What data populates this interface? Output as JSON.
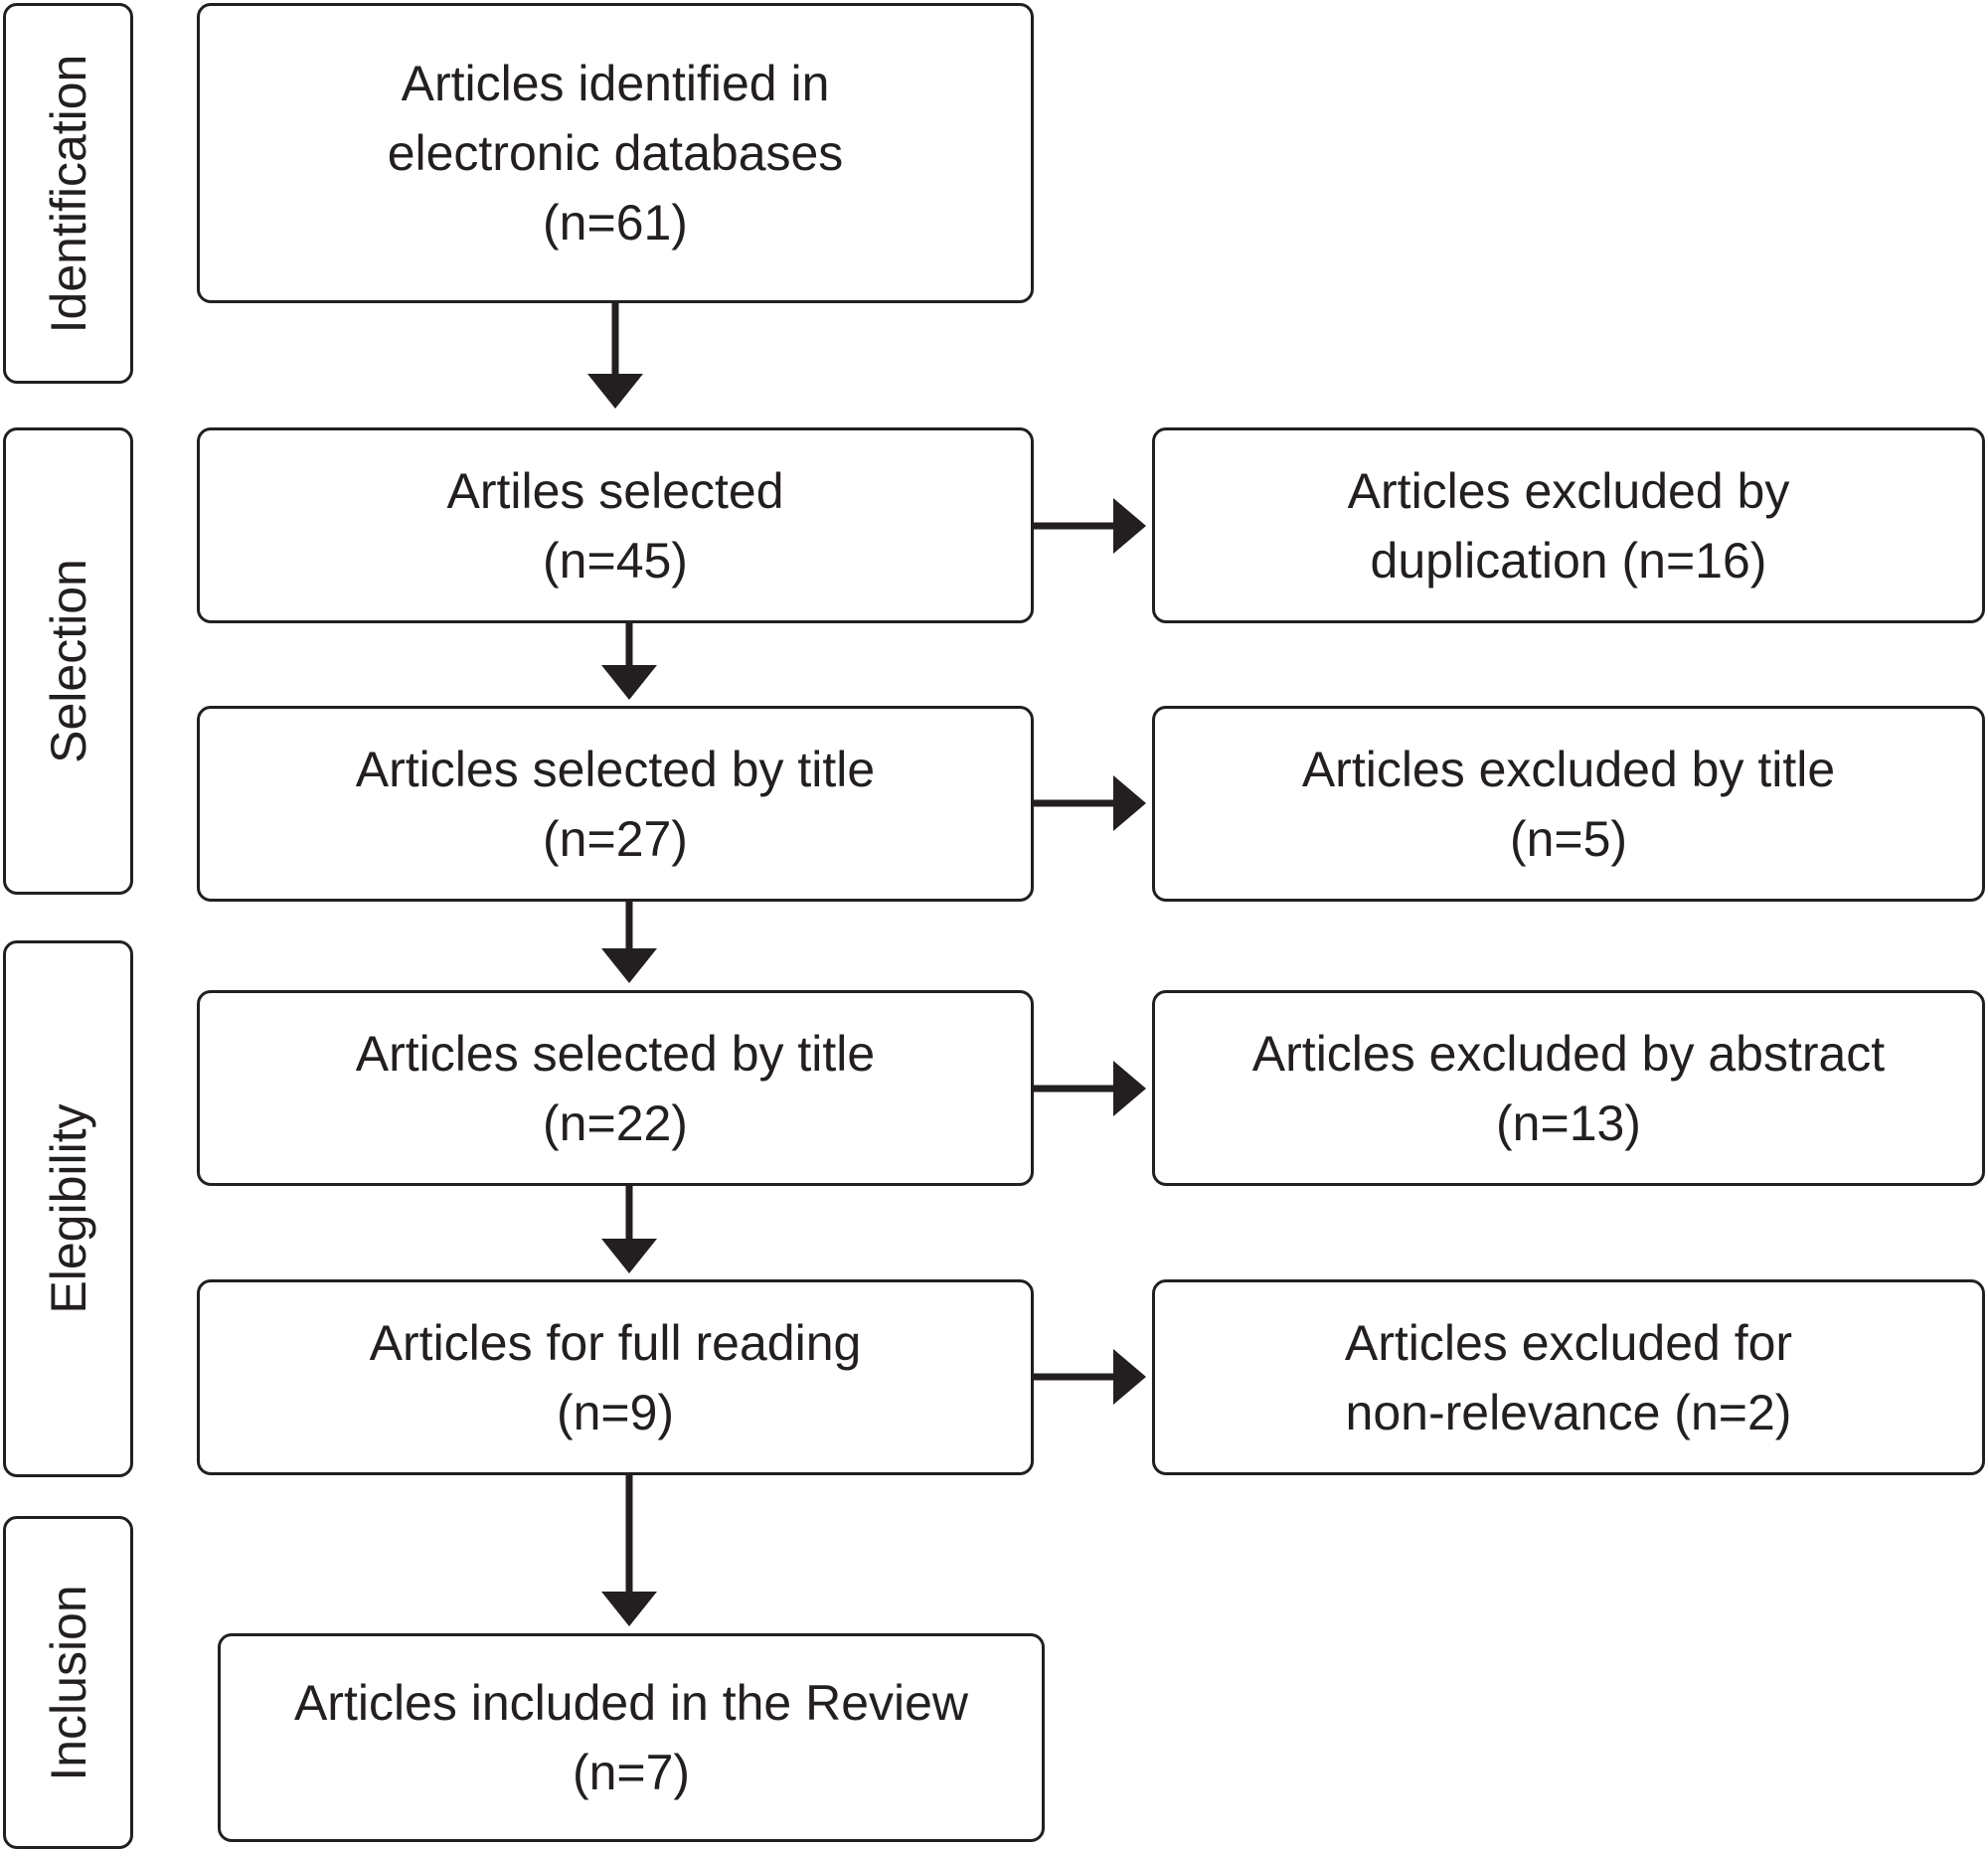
{
  "stages": {
    "identification": "Identification",
    "selection": "Selection",
    "elegibility": "Elegibility",
    "inclusion": "Inclusion"
  },
  "main_boxes": {
    "identified": {
      "line1": "Articles identified in",
      "line2": "electronic databases",
      "line3": "(n=61)"
    },
    "selected": {
      "line1": "Artiles selected",
      "line2": "(n=45)"
    },
    "by_title": {
      "line1": "Articles selected by title",
      "line2": "(n=27)"
    },
    "by_title_2": {
      "line1": "Articles selected by title",
      "line2": "(n=22)"
    },
    "full_reading": {
      "line1": "Articles for full reading",
      "line2": "(n=9)"
    },
    "included": {
      "line1": "Articles included in the Review",
      "line2": "(n=7)"
    }
  },
  "excluded_boxes": {
    "duplication": {
      "line1": "Articles excluded by",
      "line2": "duplication (n=16)"
    },
    "title": {
      "line1": "Articles excluded by title",
      "line2": "(n=5)"
    },
    "abstract": {
      "line1": "Articles excluded by abstract",
      "line2": "(n=13)"
    },
    "relevance": {
      "line1": "Articles excluded for",
      "line2": "non-relevance (n=2)"
    }
  }
}
